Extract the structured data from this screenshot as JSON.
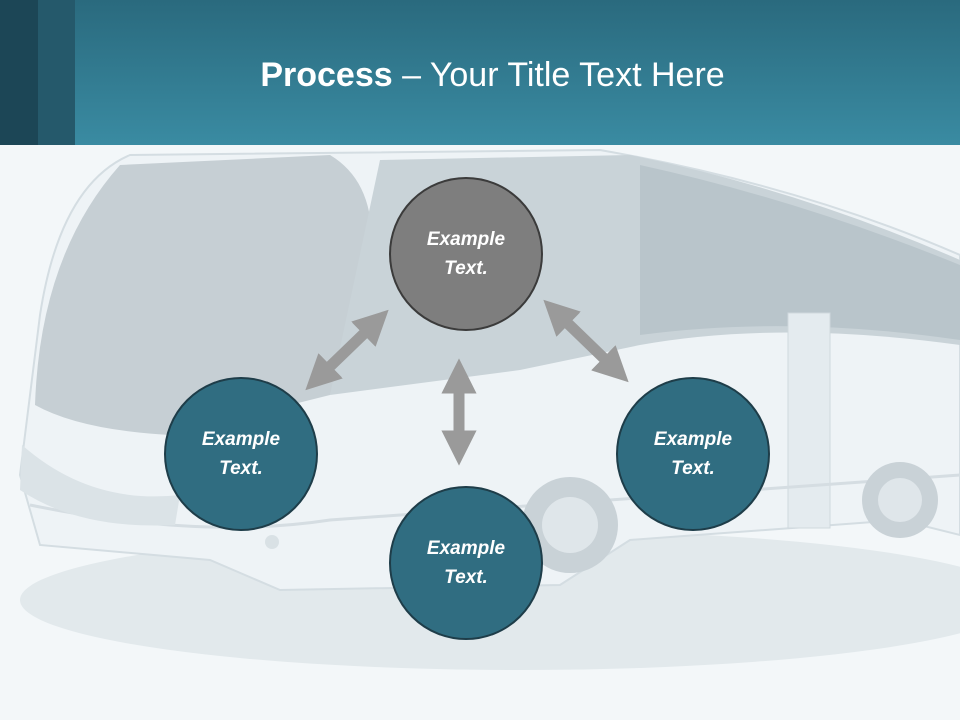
{
  "slide": {
    "title_bold": "Process",
    "title_rest": " – Your Title Text Here"
  },
  "nodes": {
    "top": {
      "line1": "Example",
      "line2": "Text."
    },
    "left": {
      "line1": "Example",
      "line2": "Text."
    },
    "right": {
      "line1": "Example",
      "line2": "Text."
    },
    "bottom": {
      "line1": "Example",
      "line2": "Text."
    }
  },
  "colors": {
    "header": "#3a8ba2",
    "node_primary": "#306d81",
    "node_center": "#7e7e7e",
    "arrow": "#9a9a9a"
  }
}
